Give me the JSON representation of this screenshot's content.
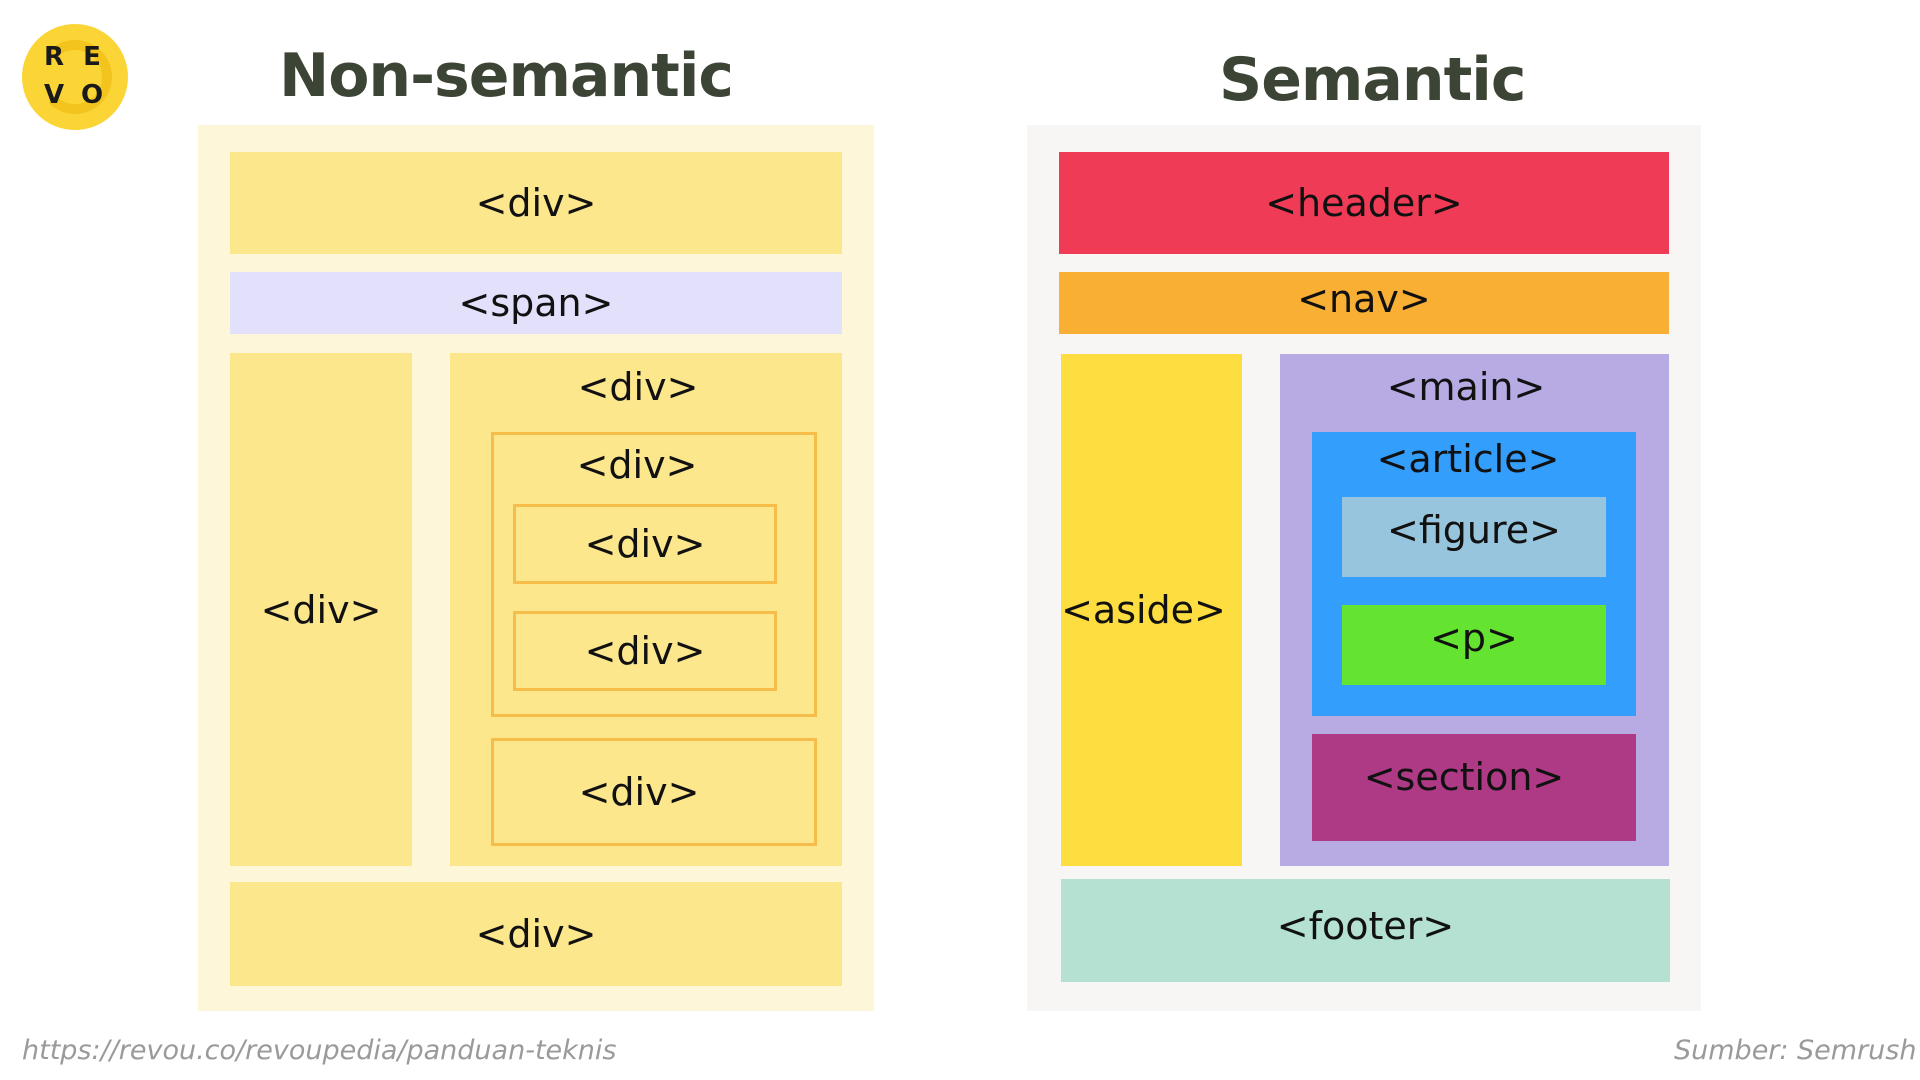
{
  "logo": {
    "letters": [
      "R",
      "E",
      "V",
      "O"
    ],
    "color": "#fbd535"
  },
  "titles": {
    "left": "Non-semantic",
    "right": "Semantic"
  },
  "non_semantic": {
    "top_div": "<div>",
    "span": "<span>",
    "left_column_div": "<div>",
    "main_div": "<div>",
    "inner_div": "<div>",
    "inner_child_1": "<div>",
    "inner_child_2": "<div>",
    "bottom_inner_div": "<div>",
    "footer_div": "<div>"
  },
  "semantic": {
    "header": "<header>",
    "nav": "<nav>",
    "aside": "<aside>",
    "main": "<main>",
    "article": "<article>",
    "figure": "<figure>",
    "p": "<p>",
    "section": "<section>",
    "footer": "<footer>",
    "colors": {
      "panel": "#f8f6f4",
      "header": "#ef3b56",
      "nav": "#f9ae34",
      "aside": "#fddd3f",
      "main": "#b8abe4",
      "article": "#339efb",
      "figure": "#97c5dd",
      "p": "#64e330",
      "section": "#ae3985",
      "footer": "#b5e1d3"
    }
  },
  "footer": {
    "url": "https://revou.co/revoupedia/panduan-teknis",
    "source_label": "Sumber:",
    "source_name": "Semrush"
  }
}
